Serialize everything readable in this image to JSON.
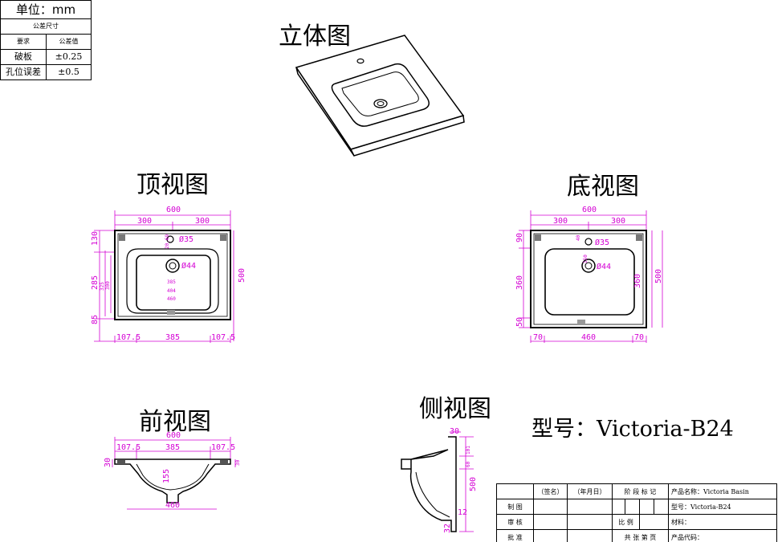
{
  "tolerance_table": {
    "unit": "单位：mm",
    "section": "公差尺寸",
    "col_item": "要求",
    "col_value": "公差值",
    "rows": [
      {
        "item": "破板",
        "value": "±0.25"
      },
      {
        "item": "孔位误差",
        "value": "±0.5"
      }
    ]
  },
  "views": {
    "iso": "立体图",
    "top": "顶视图",
    "bottom": "底视图",
    "front": "前视图",
    "side": "侧视图"
  },
  "model": "型号：Victoria-B24",
  "top_view_dims": {
    "overall_width": "600",
    "half_left": "300",
    "half_right": "300",
    "margin_top": "130",
    "basin_depth": "285",
    "margin_bottom": "85",
    "overall_depth": "500",
    "inner_a": "325",
    "inner_b": "300",
    "tap_offset": "20.69",
    "bowl_w1": "385",
    "bowl_w2": "404",
    "bowl_w3": "460",
    "edge_left": "107.5",
    "bowl_width": "385",
    "edge_right": "107.5",
    "tap_hole": "Ø35",
    "drain_hole": "Ø44"
  },
  "bottom_view_dims": {
    "overall_width": "600",
    "half_left": "300",
    "half_right": "300",
    "margin_top": "90",
    "depth_a": "360",
    "margin_bottom": "50",
    "depth_b": "360",
    "overall_depth": "500",
    "tap_offset_a": "40",
    "tap_offset_b": "150",
    "edge_left": "70",
    "bowl_width": "460",
    "edge_right": "70",
    "tap_hole": "Ø35",
    "drain_hole": "Ø44"
  },
  "front_view_dims": {
    "overall_width": "600",
    "edge_left": "107.5",
    "bowl_width": "385",
    "edge_right": "107.5",
    "thickness": "30",
    "rim": "30",
    "bowl_height": "155",
    "base_width": "460"
  },
  "side_view_dims": {
    "top": "30",
    "seg_a": "101",
    "seg_b": "60",
    "overall": "500",
    "bottom_a": "12",
    "bottom_b": "32"
  },
  "title_block": {
    "sign": "（签名）",
    "date": "（年月日）",
    "stage_mark": "阶 段 标 记",
    "product_name": "产品名称：Victoria Basin",
    "drawn": "制  图",
    "model_label": "型号：Victoria-B24",
    "checked": "审  核",
    "scale": "比  例",
    "material": "材料：",
    "approved": "批  准",
    "sheets": "共 张 第 页",
    "code": "产品代码："
  },
  "colors": {
    "dimension": "#d400d4",
    "line": "#000000"
  }
}
